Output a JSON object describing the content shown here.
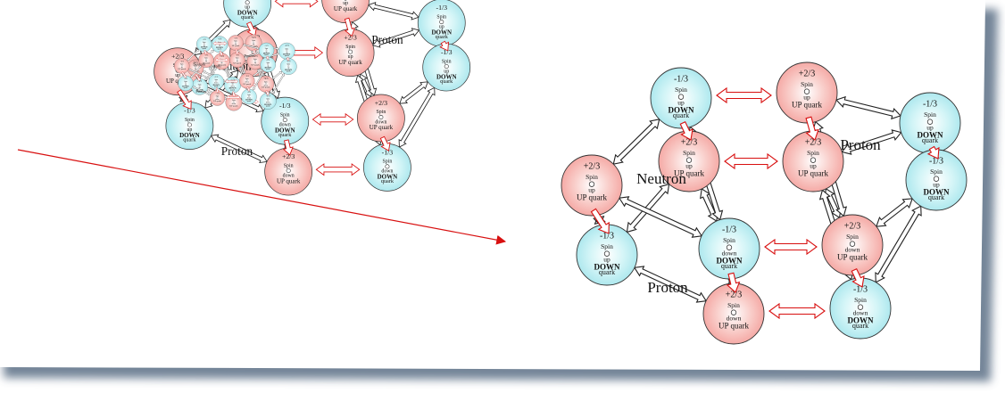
{
  "colors": {
    "up": "#f7b8b4",
    "down": "#bfeef2",
    "paper": "#ffffff",
    "shadow": "#5b6f86",
    "arrow_red": "#d81010",
    "arrow_black": "#222222"
  },
  "labels": {
    "neutron": "Neutron",
    "proton": "Proton"
  },
  "large_diagram": {
    "quarks": [
      {
        "id": "q1",
        "charge": "-1/3",
        "l1": "Spin",
        "l2": "up",
        "l3": "DOWN",
        "l4": "quark",
        "color": "down"
      },
      {
        "id": "q2",
        "charge": "+2/3",
        "l1": "Spin",
        "l2": "up",
        "l3": "UP quark",
        "l4": "",
        "color": "up"
      },
      {
        "id": "q3",
        "charge": "-1/3",
        "l1": "Spin",
        "l2": "up",
        "l3": "DOWN",
        "l4": "quark",
        "color": "down"
      },
      {
        "id": "q4",
        "charge": "+2/3",
        "l1": "Spin",
        "l2": "up",
        "l3": "UP quark",
        "l4": "",
        "color": "up"
      },
      {
        "id": "q5",
        "charge": "+2/3",
        "l1": "Spin",
        "l2": "up",
        "l3": "UP quark",
        "l4": "",
        "color": "up"
      },
      {
        "id": "q6",
        "charge": "-1/3",
        "l1": "Spin",
        "l2": "up",
        "l3": "DOWN",
        "l4": "quark",
        "color": "down"
      },
      {
        "id": "q7",
        "charge": "+2/3",
        "l1": "Spin",
        "l2": "up",
        "l3": "UP quark",
        "l4": "",
        "color": "up"
      },
      {
        "id": "q8",
        "charge": "-1/3",
        "l1": "Spin",
        "l2": "up",
        "l3": "DOWN",
        "l4": "quark",
        "color": "down"
      },
      {
        "id": "q9",
        "charge": "-1/3",
        "l1": "Spin",
        "l2": "down",
        "l3": "DOWN",
        "l4": "quark",
        "color": "down"
      },
      {
        "id": "q10",
        "charge": "+2/3",
        "l1": "Spin",
        "l2": "down",
        "l3": "UP quark",
        "l4": "",
        "color": "up"
      },
      {
        "id": "q11",
        "charge": "+2/3",
        "l1": "Spin",
        "l2": "down",
        "l3": "UP quark",
        "l4": "",
        "color": "up"
      },
      {
        "id": "q12",
        "charge": "-1/3",
        "l1": "Spin",
        "l2": "down",
        "l3": "DOWN",
        "l4": "quark",
        "color": "down"
      }
    ]
  }
}
